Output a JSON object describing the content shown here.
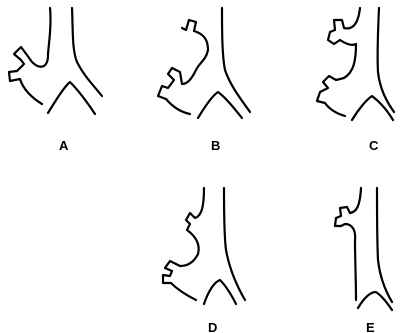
{
  "labels": {
    "A": "A",
    "B": "B",
    "C": "C",
    "D": "D",
    "E": "E"
  },
  "colors": {
    "stroke": "#000000",
    "background": "#ffffff"
  }
}
